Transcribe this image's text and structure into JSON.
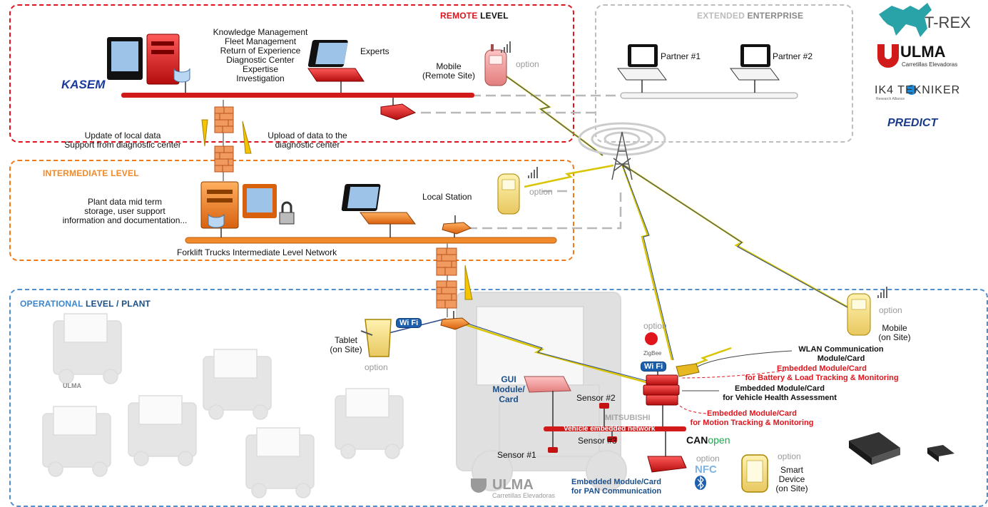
{
  "levels": {
    "remote": {
      "a": "REMOTE",
      "b": "LEVEL"
    },
    "extended": {
      "a": "EXTENDED",
      "b": "ENTERPRISE"
    },
    "intermediate": {
      "a": "INTERMEDIATE",
      "b": "LEVEL"
    },
    "operational": {
      "a": "OPERATIONAL",
      "b": "LEVEL",
      "c": "/",
      "d": "PLANT"
    }
  },
  "logos": {
    "trex": "T-REX",
    "ulma": "ULMA",
    "ulma_sub": "Carretillas Elevadoras",
    "tekniker": "IK4 TEKNIKER",
    "tekniker_sub": "Research Alliance",
    "predict": "PREDICT",
    "kasem": "KASEM",
    "ulma_bottom": "ULMA",
    "ulma_bottom_sub": "Carretillas Elevadoras",
    "truck_brand": "MITSUBISHI",
    "mini_ulma": "ULMA"
  },
  "remote": {
    "services": [
      "Knowledge Management",
      "Fleet Management",
      "Return of Experience",
      "Diagnostic Center",
      "Expertise",
      "Investigation"
    ],
    "experts": "Experts",
    "mobile": [
      "Mobile",
      "(Remote Site)"
    ],
    "option": "option"
  },
  "extended": {
    "partner1": "Partner #1",
    "partner2": "Partner #2"
  },
  "flows": {
    "update": [
      "Update of local data",
      "Support from diagnostic center"
    ],
    "upload": [
      "Upload of data to the",
      "diagnostic center"
    ]
  },
  "intermediate": {
    "plant_data": [
      "Plant data mid term",
      "storage, user support",
      "information and documentation..."
    ],
    "local_station": "Local Station",
    "option": "option",
    "network": "Forklift Trucks Intermediate Level Network"
  },
  "operational": {
    "tablet": [
      "Tablet",
      "(on Site)"
    ],
    "tablet_option": "option",
    "wifi": "Wi Fi",
    "wifi2": "Wi Fi",
    "zigbee_option": "option",
    "zigbee": "ZigBee",
    "mobile_option": "option",
    "mobile": [
      "Mobile",
      "(on Site)"
    ],
    "wlan": [
      "WLAN Communication",
      "Module/Card"
    ],
    "battery": [
      "Embedded Module/Card",
      "for Battery & Load Tracking & Monitoring"
    ],
    "health": [
      "Embedded Module/Card",
      "for Vehicle Health Assessment"
    ],
    "motion": [
      "Embedded Module/Card",
      "for Motion Tracking & Monitoring"
    ],
    "gui": [
      "GUI",
      "Module/",
      "Card"
    ],
    "sensor1": "Sensor #1",
    "sensor2": "Sensor #2",
    "sensor3": "Sensor #3",
    "network": "Vehicle embedded network",
    "canopen_a": "CAN",
    "canopen_b": "open",
    "pan": [
      "Embedded Module/Card",
      "for PAN Communication"
    ],
    "nfc_option": "option",
    "nfc": "NFC",
    "smart_option": "option",
    "smart": [
      "Smart",
      "Device",
      "(on Site)"
    ]
  },
  "colors": {
    "remote": "#e0141c",
    "intermediate": "#f07a1a",
    "operational": "#1f6fb8",
    "extended": "#b0b0b0",
    "network_red": "#d11a1a",
    "network_orange": "#f08a2a"
  }
}
